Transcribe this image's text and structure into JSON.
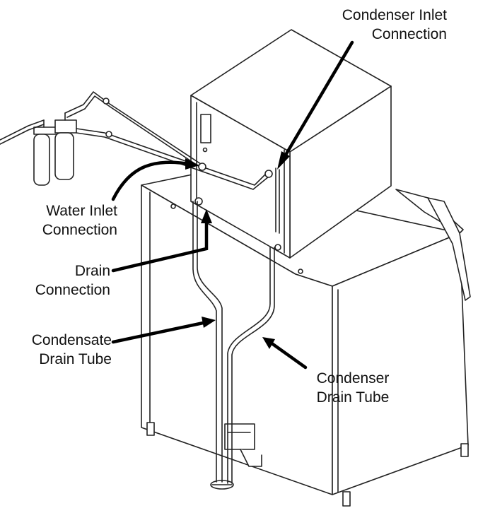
{
  "labels": {
    "condenser_inlet": {
      "line1": "Condenser Inlet",
      "line2": "Connection"
    },
    "water_inlet": {
      "line1": "Water Inlet",
      "line2": "Connection"
    },
    "drain": {
      "line1": "Drain",
      "line2": "Connection"
    },
    "condensate_drain_tube": {
      "line1": "Condensate",
      "line2": "Drain Tube"
    },
    "condenser_drain_tube": {
      "line1": "Condenser",
      "line2": "Drain Tube"
    }
  },
  "colors": {
    "line": "#222222",
    "fill": "#ffffff",
    "text": "#111111"
  }
}
